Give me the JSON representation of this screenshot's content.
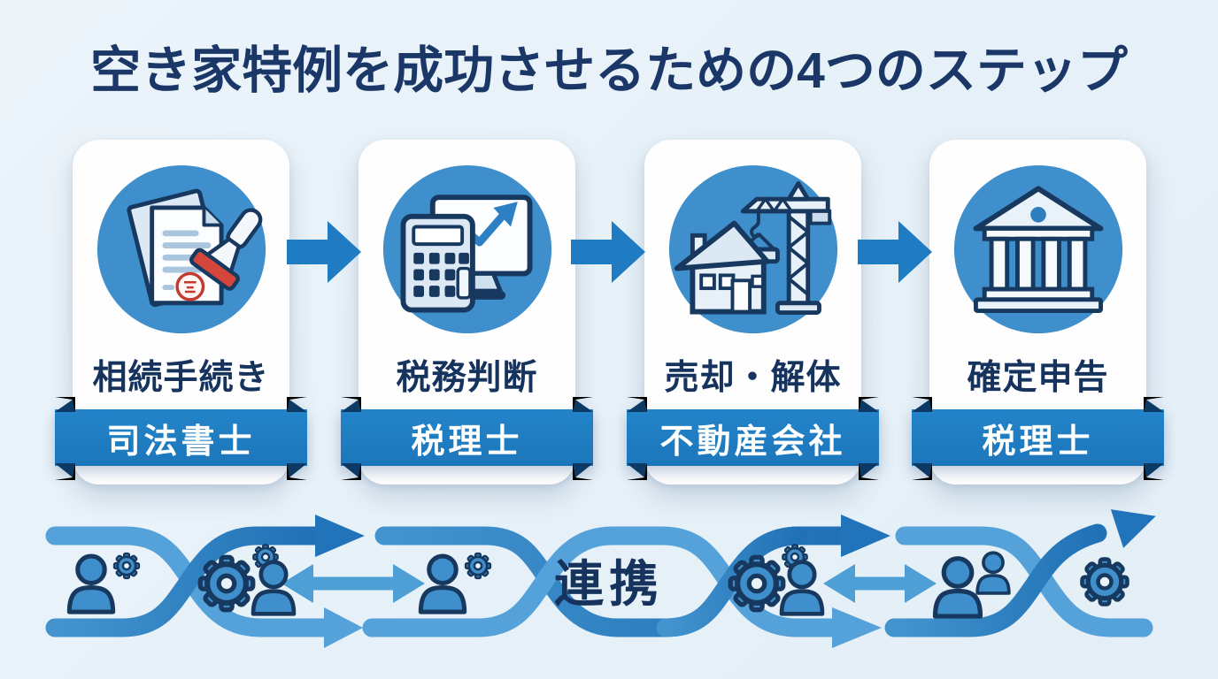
{
  "title": "空き家特例を成功させるための4つのステップ",
  "steps": [
    {
      "label": "相続手続き",
      "badge": "司法書士",
      "icon": "document-stamp-icon"
    },
    {
      "label": "税務判断",
      "badge": "税理士",
      "icon": "calculator-chart-icon"
    },
    {
      "label": "売却・解体",
      "badge": "不動産会社",
      "icon": "house-crane-icon"
    },
    {
      "label": "確定申告",
      "badge": "税理士",
      "icon": "bank-building-icon"
    }
  ],
  "flow": {
    "label": "連携",
    "icons": [
      "person-gear-icon",
      "gears-person-icon",
      "arrow-right-icon",
      "double-arrow-icon",
      "person-gear-icon",
      "gears-person-icon",
      "arrow-right-icon",
      "double-arrow-icon",
      "two-people-icon",
      "gear-icon",
      "arrow-right-icon"
    ]
  },
  "colors": {
    "background": "#E8F1F8",
    "title_navy": "#1A3767",
    "outline_navy": "#17395F",
    "circle_blue": "#3E8FCB",
    "ribbon_blue": "#1E7BBF",
    "fold_navy": "#0D3A64",
    "arrow_blue": "#1F7CC2",
    "band_dark_blue": "#2173BA",
    "band_light_blue": "#54A2D9",
    "seal_red": "#C6392F",
    "card_white": "#FEFEFF"
  }
}
